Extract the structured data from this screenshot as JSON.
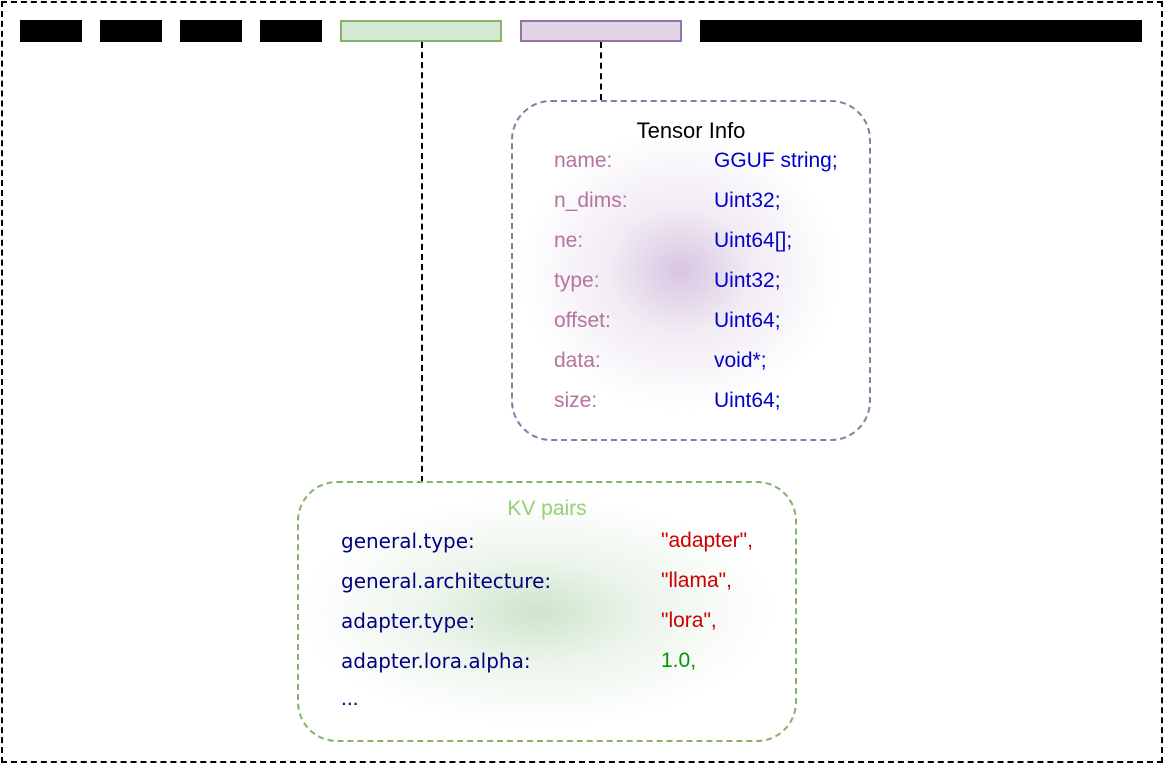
{
  "tensor_info": {
    "title": "Tensor Info",
    "fields": [
      {
        "key": "name:",
        "value": "GGUF string;"
      },
      {
        "key": "n_dims:",
        "value": "Uint32;"
      },
      {
        "key": "ne:",
        "value": "Uint64[];"
      },
      {
        "key": "type:",
        "value": "Uint32;"
      },
      {
        "key": "offset:",
        "value": "Uint64;"
      },
      {
        "key": "data:",
        "value": "void*;"
      },
      {
        "key": "size:",
        "value": "Uint64;"
      }
    ]
  },
  "kv_pairs": {
    "title": "KV pairs",
    "entries": [
      {
        "key": "general.type:",
        "value": "\"adapter\","
      },
      {
        "key": "general.architecture:",
        "value": "\"llama\","
      },
      {
        "key": "adapter.type:",
        "value": "\"lora\","
      },
      {
        "key": "adapter.lora.alpha:",
        "value": "1.0,"
      }
    ],
    "ellipsis": "..."
  },
  "colors": {
    "kv_fill": "#d5e8d4",
    "kv_stroke": "#82b366",
    "tensor_fill": "#e1d5e7",
    "tensor_stroke": "#9673a6",
    "field_key": "#b5739d",
    "field_value": "#0000cc",
    "kv_key": "#000080",
    "kv_string": "#cc0000",
    "kv_number": "#009900"
  }
}
